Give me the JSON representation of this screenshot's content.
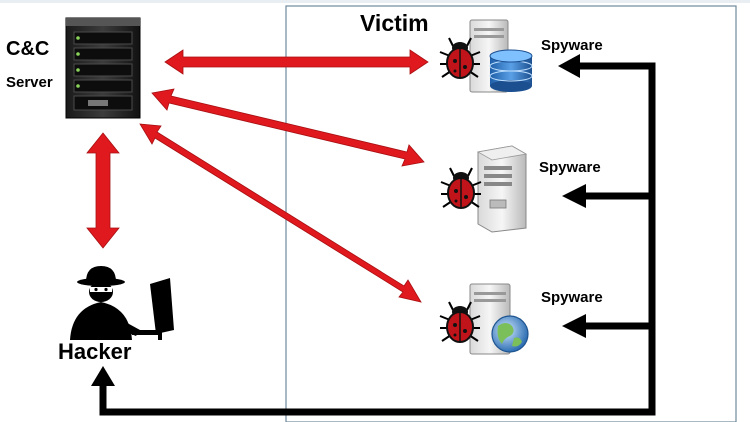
{
  "cc_server": {
    "title": "C&C",
    "subtitle": "Server"
  },
  "victim_title": "Victim",
  "hacker_label": "Hacker",
  "victims": [
    {
      "label": "Spyware",
      "machine": "database-server-icon"
    },
    {
      "label": "Spyware",
      "machine": "desktop-tower-icon"
    },
    {
      "label": "Spyware",
      "machine": "web-server-icon"
    }
  ],
  "colors": {
    "c2_arrow": "#e0191e",
    "return_arrow": "#000000",
    "victim_border": "#6f8a9c",
    "bug": "#c0141a"
  }
}
